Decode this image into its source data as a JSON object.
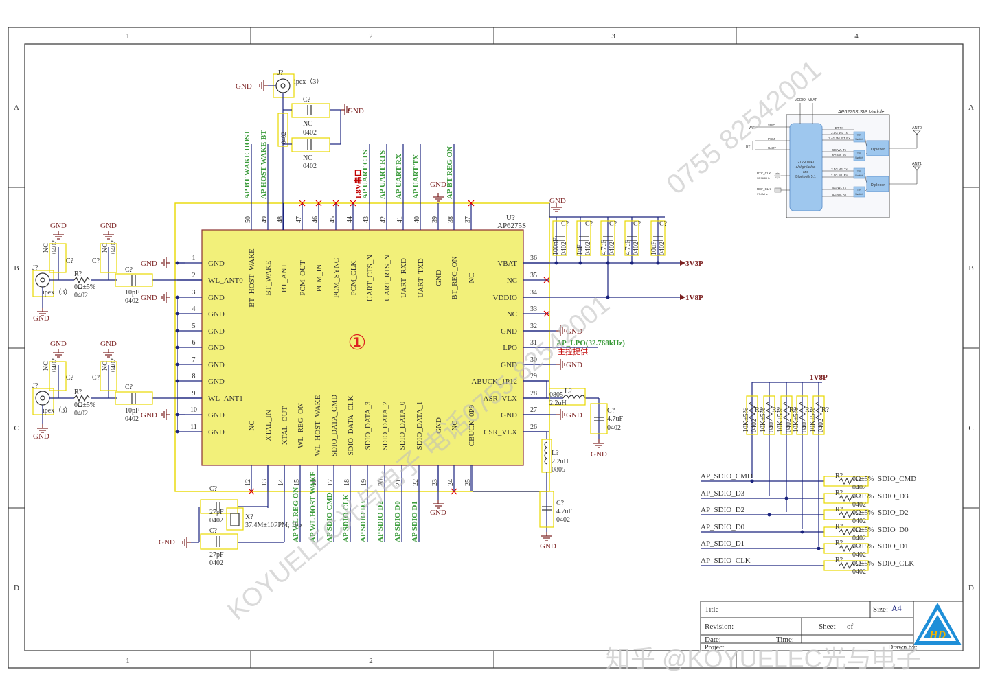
{
  "frame": {
    "columns": [
      "1",
      "2",
      "3",
      "4"
    ],
    "rows": [
      "A",
      "B",
      "C",
      "D"
    ]
  },
  "chip": {
    "designator": "U?",
    "part": "AP6275S",
    "marker": "①",
    "left_pins": [
      {
        "num": "1",
        "name": "GND"
      },
      {
        "num": "2",
        "name": "WL_ANT0"
      },
      {
        "num": "3",
        "name": "GND"
      },
      {
        "num": "4",
        "name": "GND"
      },
      {
        "num": "5",
        "name": "GND"
      },
      {
        "num": "6",
        "name": "GND"
      },
      {
        "num": "7",
        "name": "GND"
      },
      {
        "num": "8",
        "name": "GND"
      },
      {
        "num": "9",
        "name": "WL_ANT1"
      },
      {
        "num": "10",
        "name": "GND"
      },
      {
        "num": "11",
        "name": "GND"
      }
    ],
    "right_pins": [
      {
        "num": "36",
        "name": "VBAT"
      },
      {
        "num": "35",
        "name": "NC"
      },
      {
        "num": "34",
        "name": "VDDIO"
      },
      {
        "num": "33",
        "name": "NC"
      },
      {
        "num": "32",
        "name": "GND"
      },
      {
        "num": "31",
        "name": "LPO"
      },
      {
        "num": "30",
        "name": "GND"
      },
      {
        "num": "29",
        "name": "ABUCK_1P12"
      },
      {
        "num": "28",
        "name": "ASR_VLX"
      },
      {
        "num": "27",
        "name": "GND"
      },
      {
        "num": "26",
        "name": "CSR_VLX"
      }
    ],
    "top_pins": [
      {
        "num": "50",
        "name": "BT_HOST_WAKE"
      },
      {
        "num": "49",
        "name": "BT_WAKE"
      },
      {
        "num": "48",
        "name": "BT_ANT"
      },
      {
        "num": "47",
        "name": "PCM_OUT"
      },
      {
        "num": "46",
        "name": "PCM_IN"
      },
      {
        "num": "45",
        "name": "PCM_SYNC"
      },
      {
        "num": "44",
        "name": "PCM_CLK"
      },
      {
        "num": "43",
        "name": "UART_CTS_N"
      },
      {
        "num": "42",
        "name": "UART_RTS_N"
      },
      {
        "num": "41",
        "name": "UART_RXD"
      },
      {
        "num": "40",
        "name": "UART_TXD"
      },
      {
        "num": "39",
        "name": "GND"
      },
      {
        "num": "38",
        "name": "BT_REG_ON"
      },
      {
        "num": "37",
        "name": "NC"
      }
    ],
    "bottom_pins": [
      {
        "num": "12",
        "name": "NC"
      },
      {
        "num": "13",
        "name": "XTAL_IN"
      },
      {
        "num": "14",
        "name": "XTAL_OUT"
      },
      {
        "num": "15",
        "name": "WL_REG_ON"
      },
      {
        "num": "16",
        "name": "WL_HOST_WAKE"
      },
      {
        "num": "17",
        "name": "SDIO_DATA_CMD"
      },
      {
        "num": "18",
        "name": "SDIO_DATA_CLK"
      },
      {
        "num": "19",
        "name": "SDIO_DATA_3"
      },
      {
        "num": "20",
        "name": "SDIO_DATA_2"
      },
      {
        "num": "21",
        "name": "SDIO_DATA_0"
      },
      {
        "num": "22",
        "name": "SDIO_DATA_1"
      },
      {
        "num": "23",
        "name": "GND"
      },
      {
        "num": "24",
        "name": "NC"
      },
      {
        "num": "25",
        "name": "CBUCK_0P9"
      }
    ]
  },
  "top_nets": [
    "AP_BT_WAKE_HOST",
    "AP_HOST_WAKE_BT",
    "AP_UART_CTS",
    "AP_UART_RTS",
    "AP_UART_RX",
    "AP_UART_TX",
    "AP_BT_REG_ON"
  ],
  "bottom_nets": [
    "AP_WL_REG_ON",
    "AP_WL_HOST_WAKE",
    "AP_SDIO_CMD",
    "AP_SDIO_CLK",
    "AP_SDIO_D3",
    "AP_SDIO_D2",
    "AP_SDIO_D0",
    "AP_SDIO_D1"
  ],
  "uart_note": "1.8V串口",
  "power": {
    "v3": "3V3P",
    "v1": "1V8P",
    "v1_top": "1V8P"
  },
  "gnd": "GND",
  "lpo_net": "AP_LPO(32.768kHz)",
  "lpo_note": "主控提供",
  "bt_antenna": {
    "ref": "J?",
    "type": "ipex（3）",
    "cap1_ref": "C?",
    "cap1_val": "NC",
    "cap1_pkg": "0402",
    "cap2_val": "NC",
    "cap2_pkg": "0402",
    "cap3_val": "0402"
  },
  "ant0": {
    "ref": "J?",
    "type": "ipex（3）",
    "res_ref": "R?",
    "res_val": "0Ω±5%",
    "res_pkg": "0402",
    "cap_ref": "C?",
    "cap_val": "10pF",
    "cap_pkg": "0402",
    "nc_ref": "C?",
    "nc": "NC",
    "nc_pkg": "0402"
  },
  "ant1": {
    "ref": "J?",
    "type": "ipex（3）",
    "res_ref": "R?",
    "res_val": "0Ω±5%",
    "res_pkg": "0402",
    "cap_ref": "C?",
    "cap_val": "10pF",
    "cap_pkg": "0402",
    "nc_ref": "C?",
    "nc": "NC",
    "nc_pkg": "0402"
  },
  "decoupling": [
    {
      "ref": "C?",
      "val": "100nF",
      "pkg": "0402"
    },
    {
      "ref": "C?",
      "val": "1uF",
      "pkg": "0402"
    },
    {
      "ref": "C?",
      "val": "4.7uF",
      "pkg": "0402"
    },
    {
      "ref": "C?",
      "val": "4.7uF",
      "pkg": "0402"
    },
    {
      "ref": "C?",
      "val": "10uF",
      "pkg": "0402"
    }
  ],
  "buck": {
    "l1_ref": "L?",
    "l1_val": "2.2uH",
    "l1_pkg": "0805",
    "c1_ref": "C?",
    "c1_val": "4.7uF",
    "c1_pkg": "0402",
    "l2_ref": "L?",
    "l2_val": "2.2uH",
    "l2_pkg": "0805",
    "c2_ref": "C?",
    "c2_val": "4.7uF",
    "c2_pkg": "0402"
  },
  "crystal": {
    "ref": "X?",
    "val": "37.4M±10PPM; 10p",
    "c1_ref": "C?",
    "c1_val": "27pF",
    "c1_pkg": "0402",
    "c2_ref": "C?",
    "c2_val": "27pF",
    "c2_pkg": "0402"
  },
  "sdio": {
    "pullup_ref": "R?",
    "pullup_val": "10K±5%",
    "pullup_pkg": "0402",
    "series_ref": "R?",
    "series_val": "0Ω±5%",
    "series_pkg": "0402",
    "rows": [
      {
        "left": "AP_SDIO_CMD",
        "right": "SDIO_CMD"
      },
      {
        "left": "AP_SDIO_D3",
        "right": "SDIO_D3"
      },
      {
        "left": "AP_SDIO_D2",
        "right": "SDIO_D2"
      },
      {
        "left": "AP_SDIO_D0",
        "right": "SDIO_D0"
      },
      {
        "left": "AP_SDIO_D1",
        "right": "SDIO_D1"
      },
      {
        "left": "AP_SDIO_CLK",
        "right": "SDIO_CLK"
      }
    ]
  },
  "block": {
    "title": "AP6275S SIP Module",
    "vddio": "VDDIO",
    "vbat": "VBAT",
    "core": [
      "2T2R WiFi",
      "a/b/g/n/ac/ax",
      "and",
      "Bluetooth 5.1"
    ],
    "left_groups": [
      "WiFi",
      "BT"
    ],
    "left_if": [
      "SDIO",
      "PCM",
      "UART",
      "RTC_CLK",
      "32.768kHz",
      "REF_CLK",
      "37.4MHz"
    ],
    "paths": [
      "BT TX",
      "2.4G WL Tx",
      "2.4G WL/BT Rx",
      "5G WL Tx",
      "5G WL Rx",
      "2.4G WL Tx",
      "2.4G WL Rx",
      "5G WL Tx",
      "5G WL Rx"
    ],
    "switch": "T/R Switch",
    "diplexer": "Diplexer",
    "ant0": "ANT0",
    "ant1": "ANT1"
  },
  "title_block": {
    "title": "Title",
    "size": "Size:",
    "size_val": "A4",
    "revision": "Revision:",
    "sheet": "Sheet",
    "of": "of",
    "date": "Date:",
    "time": "Time:",
    "project": "Project",
    "drawn": "Drawn by:"
  },
  "watermarks": {
    "koyuelec": "KOYUELEC光与电子 电话0755-82542001",
    "phone": "0755 82542001",
    "zhihu": "知乎 @KOYUELEC光与电子"
  },
  "logo": "HD"
}
